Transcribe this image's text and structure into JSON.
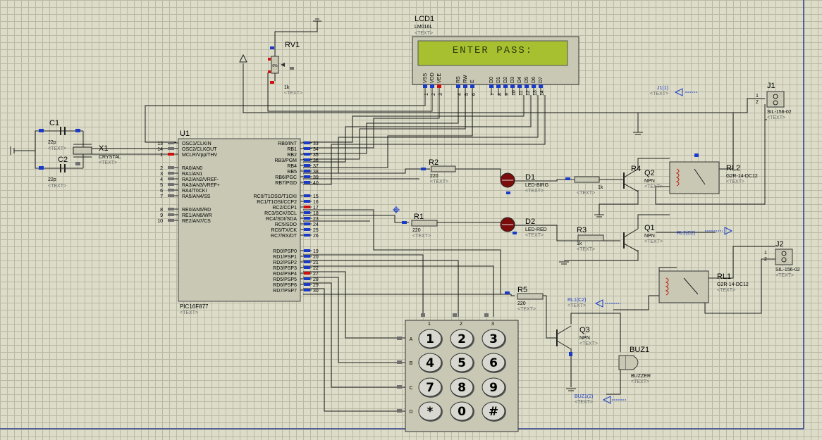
{
  "lcd": {
    "ref": "LCD1",
    "model": "LM016L",
    "text_ph": "<TEXT>",
    "display": "ENTER PASS:",
    "pin_names": [
      "VSS",
      "VDD",
      "VEE",
      "RS",
      "RW",
      "E",
      "D0",
      "D1",
      "D2",
      "D3",
      "D4",
      "D5",
      "D6",
      "D7"
    ],
    "pin_nums": [
      "1",
      "2",
      "3",
      "4",
      "5",
      "6",
      "7",
      "8",
      "9",
      "10",
      "11",
      "12",
      "13",
      "14"
    ]
  },
  "mcu": {
    "ref": "U1",
    "model": "PIC16F877",
    "text_ph": "<TEXT>",
    "left_pins": [
      {
        "num": "13",
        "name": "OSC1/CLKIN"
      },
      {
        "num": "14",
        "name": "OSC2/CLKOUT"
      },
      {
        "num": "1",
        "name": "MCLR/Vpp/THV"
      },
      {
        "num": "2",
        "name": "RA0/AN0"
      },
      {
        "num": "3",
        "name": "RA1/AN1"
      },
      {
        "num": "4",
        "name": "RA2/AN2/VREF-"
      },
      {
        "num": "5",
        "name": "RA3/AN3/VREF+"
      },
      {
        "num": "6",
        "name": "RA4/T0CKI"
      },
      {
        "num": "7",
        "name": "RA5/AN4/SS"
      },
      {
        "num": "8",
        "name": "RE0/AN5/RD"
      },
      {
        "num": "9",
        "name": "RE1/AN6/WR"
      },
      {
        "num": "10",
        "name": "RE2/AN7/CS"
      }
    ],
    "right_pins": [
      {
        "num": "33",
        "name": "RB0/INT"
      },
      {
        "num": "34",
        "name": "RB1"
      },
      {
        "num": "35",
        "name": "RB2"
      },
      {
        "num": "36",
        "name": "RB3/PGM"
      },
      {
        "num": "37",
        "name": "RB4"
      },
      {
        "num": "38",
        "name": "RB5"
      },
      {
        "num": "39",
        "name": "RB6/PGC"
      },
      {
        "num": "40",
        "name": "RB7/PGD"
      },
      {
        "num": "15",
        "name": "RC0/T1OSO/T1CKI"
      },
      {
        "num": "16",
        "name": "RC1/T1OSI/CCP2"
      },
      {
        "num": "17",
        "name": "RC2/CCP1"
      },
      {
        "num": "18",
        "name": "RC3/SCK/SCL"
      },
      {
        "num": "23",
        "name": "RC4/SDI/SDA"
      },
      {
        "num": "24",
        "name": "RC5/SDO"
      },
      {
        "num": "25",
        "name": "RC6/TX/CK"
      },
      {
        "num": "26",
        "name": "RC7/RX/DT"
      },
      {
        "num": "19",
        "name": "RD0/PSP0"
      },
      {
        "num": "20",
        "name": "RD1/PSP1"
      },
      {
        "num": "21",
        "name": "RD2/PSP2"
      },
      {
        "num": "22",
        "name": "RD3/PSP3"
      },
      {
        "num": "27",
        "name": "RD4/PSP4"
      },
      {
        "num": "28",
        "name": "RD5/PSP5"
      },
      {
        "num": "29",
        "name": "RD6/PSP6"
      },
      {
        "num": "30",
        "name": "RD7/PSP7"
      }
    ]
  },
  "rv1": {
    "ref": "RV1",
    "value": "1k",
    "text_ph": "<TEXT>",
    "pct": "0%"
  },
  "c1": {
    "ref": "C1",
    "value": "22p",
    "text_ph": "<TEXT>"
  },
  "c2": {
    "ref": "C2",
    "value": "22p",
    "text_ph": "<TEXT>"
  },
  "x1": {
    "ref": "X1",
    "value": "CRYSTAL",
    "text_ph": "<TEXT>"
  },
  "r1": {
    "ref": "R1",
    "value": "220",
    "text_ph": "<TEXT>"
  },
  "r2": {
    "ref": "R2",
    "value": "220",
    "text_ph": "<TEXT>"
  },
  "r3": {
    "ref": "R3",
    "value": "1k",
    "text_ph": "<TEXT>"
  },
  "r4": {
    "ref": "R4",
    "value": "1k",
    "text_ph": "<TEXT>"
  },
  "r5": {
    "ref": "R5",
    "value": "220",
    "text_ph": "<TEXT>"
  },
  "d1": {
    "ref": "D1",
    "value": "LED-BIRG",
    "text_ph": "<TEXT>"
  },
  "d2": {
    "ref": "D2",
    "value": "LED-RED",
    "text_ph": "<TEXT>"
  },
  "q1": {
    "ref": "Q1",
    "value": "NPN",
    "text_ph": "<TEXT>"
  },
  "q2": {
    "ref": "Q2",
    "value": "NPN",
    "text_ph": "<TEXT>"
  },
  "q3": {
    "ref": "Q3",
    "value": "NPN",
    "text_ph": "<TEXT>"
  },
  "rl1": {
    "ref": "RL1",
    "value": "G2R-14-DC12",
    "text_ph": "<TEXT>"
  },
  "rl2": {
    "ref": "RL2",
    "value": "G2R-14-DC12",
    "text_ph": "<TEXT>"
  },
  "j1": {
    "ref": "J1",
    "value": "SIL-156-02",
    "text_ph": "<TEXT>",
    "pins": [
      "1",
      "2"
    ]
  },
  "j2": {
    "ref": "J2",
    "value": "SIL-156-02",
    "text_ph": "<TEXT>",
    "pins": [
      "1",
      "2"
    ]
  },
  "buz1": {
    "ref": "BUZ1",
    "value": "BUZZER",
    "text_ph": "<TEXT>"
  },
  "terminals": {
    "j1": "J1(1)",
    "rl2": "RL2(C2)",
    "rl1": "RL1(C2)",
    "buz1": "BUZ1(2)",
    "text_ph": "<TEXT>"
  },
  "keypad": {
    "rows": [
      "A",
      "B",
      "C",
      "D"
    ],
    "cols": [
      "1",
      "2",
      "3"
    ],
    "keys": [
      [
        "1",
        "2",
        "3"
      ],
      [
        "4",
        "5",
        "6"
      ],
      [
        "7",
        "8",
        "9"
      ],
      [
        "*",
        "0",
        "#"
      ]
    ]
  }
}
